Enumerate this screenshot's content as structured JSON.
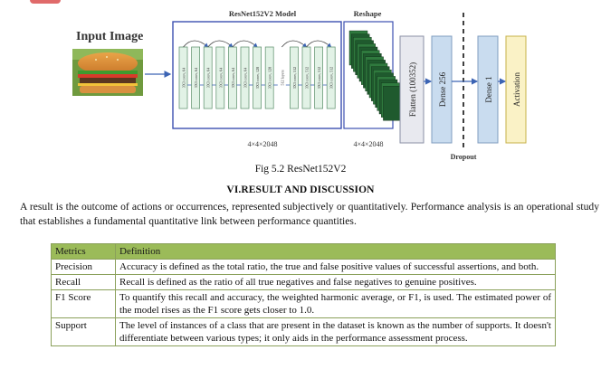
{
  "figure": {
    "input_label": "Input Image",
    "model_label": "ResNet152V2 Model",
    "reshape_label": "Reshape",
    "model_dims": "4×4×2048",
    "reshape_dims": "4×4×2048",
    "layers": [
      {
        "label": "3X3 conv, 64"
      },
      {
        "label": "3X3 conv, 64"
      },
      {
        "label": "3X3 conv, 64"
      },
      {
        "label": "3X3 conv, 64"
      },
      {
        "label": "3X3 conv, 64"
      },
      {
        "label": "3X3 conv, 64"
      },
      {
        "label": "3X3 conv, 128"
      },
      {
        "label": "3X3 conv, 128"
      },
      {
        "label": "512 layers"
      },
      {
        "label": "3X3 conv, 512"
      },
      {
        "label": "3X3 conv, 512"
      },
      {
        "label": "3X3 conv, 512"
      },
      {
        "label": "3X3 conv, 512"
      }
    ],
    "flatten_label": "Flatten (100352)",
    "dense1_label": "Dense 256",
    "dense2_label": "Dense 1",
    "activation_label": "Activation",
    "dropout_label": "Dropout",
    "colors": {
      "frame": "#3c4fb0",
      "layer_fill": "#e2f2e6",
      "layer_stroke": "#6a9a78",
      "flatten_fill": "#e8e9ef",
      "dense_fill": "#c9dcef",
      "activation_fill": "#faf2c6",
      "activation_stroke": "#c7b148",
      "arrow": "#3c64b4"
    }
  },
  "caption": "Fig 5.2 ResNet152V2",
  "section_heading": "VI.RESULT AND DISCUSSION",
  "paragraph": "A result is the outcome of actions or occurrences, represented subjectively or quantitatively. Performance analysis is an operational study that establishes a fundamental quantitative link between performance quantities.",
  "table": {
    "header": {
      "metric": "Metrics",
      "definition": "Definition"
    },
    "rows": [
      {
        "metric": "Precision",
        "definition": "Accuracy is defined as the total ratio, the true and false positive values of successful assertions, and both."
      },
      {
        "metric": "Recall",
        "definition": "Recall is defined as the ratio of all true negatives and false negatives to genuine positives."
      },
      {
        "metric": "F1 Score",
        "definition": "To quantify this recall and accuracy, the weighted harmonic average, or F1, is used. The estimated power of the model rises as the F1 score gets closer to 1.0."
      },
      {
        "metric": "Support",
        "definition": "The level of instances of a class that are present in the dataset is known as the number of supports. It doesn't differentiate between various types; it only aids in the performance assessment process."
      }
    ]
  }
}
